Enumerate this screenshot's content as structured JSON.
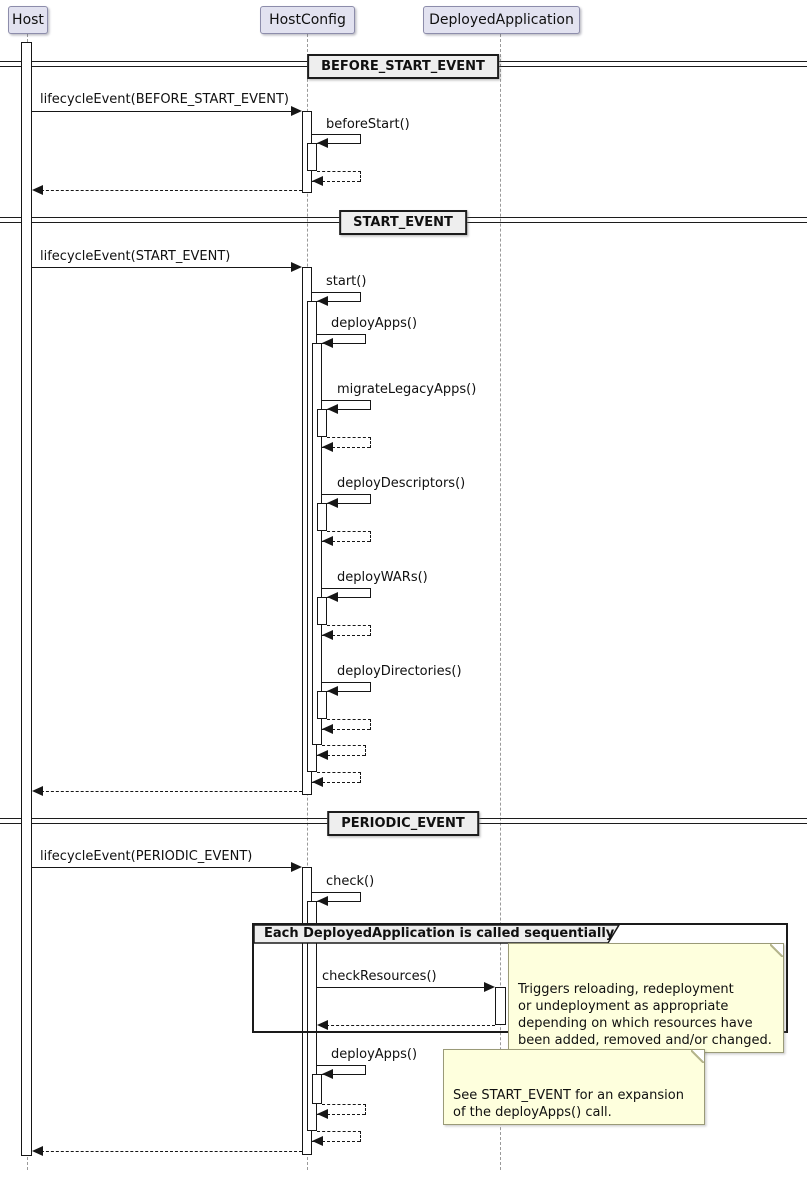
{
  "participants": [
    {
      "name": "Host"
    },
    {
      "name": "HostConfig"
    },
    {
      "name": "DeployedApplication"
    }
  ],
  "dividers": [
    {
      "label": "BEFORE_START_EVENT"
    },
    {
      "label": "START_EVENT"
    },
    {
      "label": "PERIODIC_EVENT"
    }
  ],
  "messages": {
    "lifecycle_before_start": "lifecycleEvent(BEFORE_START_EVENT)",
    "before_start": "beforeStart()",
    "lifecycle_start": "lifecycleEvent(START_EVENT)",
    "start": "start()",
    "deploy_apps": "deployApps()",
    "migrate_legacy_apps": "migrateLegacyApps()",
    "deploy_descriptors": "deployDescriptors()",
    "deploy_wars": "deployWARs()",
    "deploy_directories": "deployDirectories()",
    "lifecycle_periodic": "lifecycleEvent(PERIODIC_EVENT)",
    "check": "check()",
    "check_resources": "checkResources()",
    "deploy_apps_periodic": "deployApps()"
  },
  "group": {
    "label": "Each DeployedApplication is called sequentially"
  },
  "notes": {
    "check_resources_note": "Triggers reloading, redeployment\nor undeployment as appropriate\ndepending on which resources have\nbeen added, removed and/or changed.",
    "deploy_apps_note": "See START_EVENT for an expansion\nof the deployApps() call."
  },
  "colors": {
    "participant_fill": "#E2E2F0",
    "participant_border": "#8d8dab",
    "note_fill": "#FEFFDD",
    "note_border": "#9a9a78",
    "divider_fill": "#EEEEEE",
    "group_header_fill": "#EEEEEE",
    "line": "#161616",
    "lifeline": "#9a9a9a",
    "background": "#ffffff"
  }
}
